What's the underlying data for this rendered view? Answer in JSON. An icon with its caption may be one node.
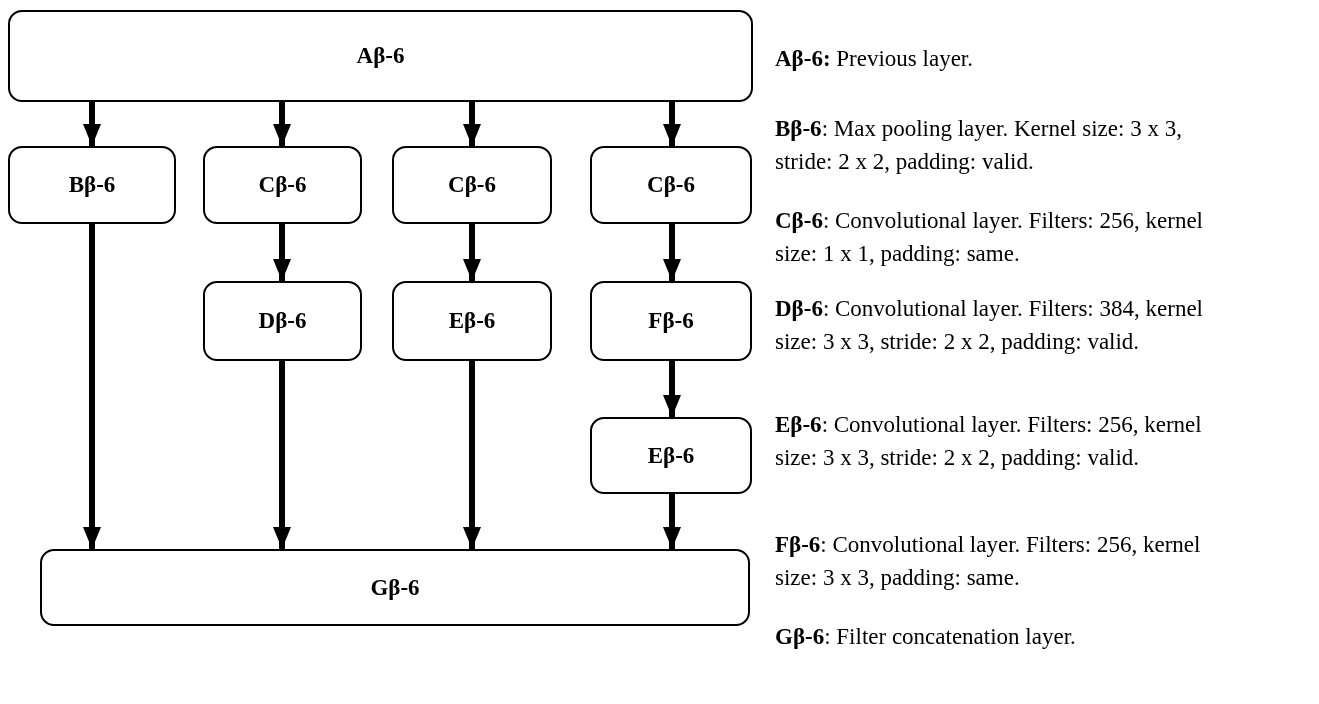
{
  "diagram": {
    "nodes": [
      {
        "text": [
          "Aβ-6"
        ]
      },
      {
        "text": [
          "Bβ-6"
        ]
      },
      {
        "text": [
          "Cβ-6"
        ]
      },
      {
        "text": [
          "Cβ-6"
        ]
      },
      {
        "text": [
          "Cβ-6"
        ]
      },
      {
        "text": [
          "Dβ-6"
        ]
      },
      {
        "text": [
          "Eβ-6"
        ]
      },
      {
        "text": [
          "Fβ-6"
        ]
      },
      {
        "text": [
          "Eβ-6"
        ]
      },
      {
        "text": [
          "Gβ-6"
        ]
      }
    ],
    "edges": [
      {
        "from": 0,
        "to": 1,
        "arrow": "to"
      },
      {
        "from": 0,
        "to": 2,
        "arrow": "to"
      },
      {
        "from": 0,
        "to": 3,
        "arrow": "to"
      },
      {
        "from": 0,
        "to": 4,
        "arrow": "to"
      },
      {
        "from": 2,
        "to": 5,
        "arrow": "to"
      },
      {
        "from": 3,
        "to": 6,
        "arrow": "to"
      },
      {
        "from": 4,
        "to": 7,
        "arrow": "to"
      },
      {
        "from": 7,
        "to": 8,
        "arrow": "to"
      },
      {
        "from": 1,
        "to": 9,
        "arrow": "to"
      },
      {
        "from": 5,
        "to": 9,
        "arrow": "to"
      },
      {
        "from": 6,
        "to": 9,
        "arrow": "to"
      },
      {
        "from": 8,
        "to": 9,
        "arrow": "to"
      }
    ],
    "labels": [
      "**Aβ-6:** Previous layer.",
      "**Bβ-6**: Max pooling layer. Kernel size: 3 x 3, stride: 2 x 2, padding: valid.",
      "**Cβ-6**: Convolutional layer. Filters: 256, kernel size: 1 x 1, padding: same.",
      "**Dβ-6**: Convolutional layer. Filters: 384, kernel size: 3 x 3, stride: 2 x 2, padding: valid.",
      "**Eβ-6**: Convolutional layer. Filters: 256, kernel size: 3 x 3, stride: 2 x 2, padding: valid.",
      "**Fβ-6**: Convolutional layer. Filters: 256, kernel size: 3 x 3, padding: same.",
      "**Gβ-6**: Filter concatenation layer."
    ]
  }
}
